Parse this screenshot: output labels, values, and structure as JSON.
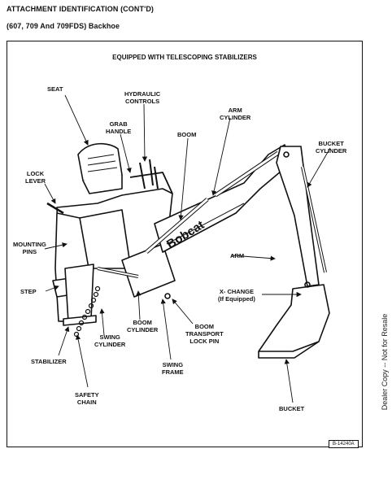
{
  "header": {
    "section_title": "ATTACHMENT IDENTIFICATION (CONT'D)",
    "subtitle": "(607, 709 And 709FDS) Backhoe"
  },
  "figure": {
    "title": "EQUIPPED WITH TELESCOPING STABILIZERS",
    "brand_logo": "Bobcat",
    "figure_id": "B-14240A",
    "labels": {
      "seat": "SEAT",
      "hydraulic_controls": "HYDRAULIC\nCONTROLS",
      "grab_handle": "GRAB\nHANDLE",
      "boom": "BOOM",
      "arm_cylinder": "ARM\nCYLINDER",
      "bucket_cylinder": "BUCKET\nCYLINDER",
      "lock_lever": "LOCK\nLEVER",
      "mounting_pins": "MOUNTING\nPINS",
      "step": "STEP",
      "arm": "ARM",
      "x_change": "X- CHANGE\n(If Equipped)",
      "boom_cylinder": "BOOM\nCYLINDER",
      "boom_transport_lock_pin": "BOOM\nTRANSPORT\nLOCK PIN",
      "swing_cylinder": "SWING\nCYLINDER",
      "swing_frame": "SWING\nFRAME",
      "stabilizer": "STABILIZER",
      "safety_chain": "SAFETY\nCHAIN",
      "bucket": "BUCKET"
    }
  },
  "sidebar_note": "Dealer Copy -- Not for Resale"
}
